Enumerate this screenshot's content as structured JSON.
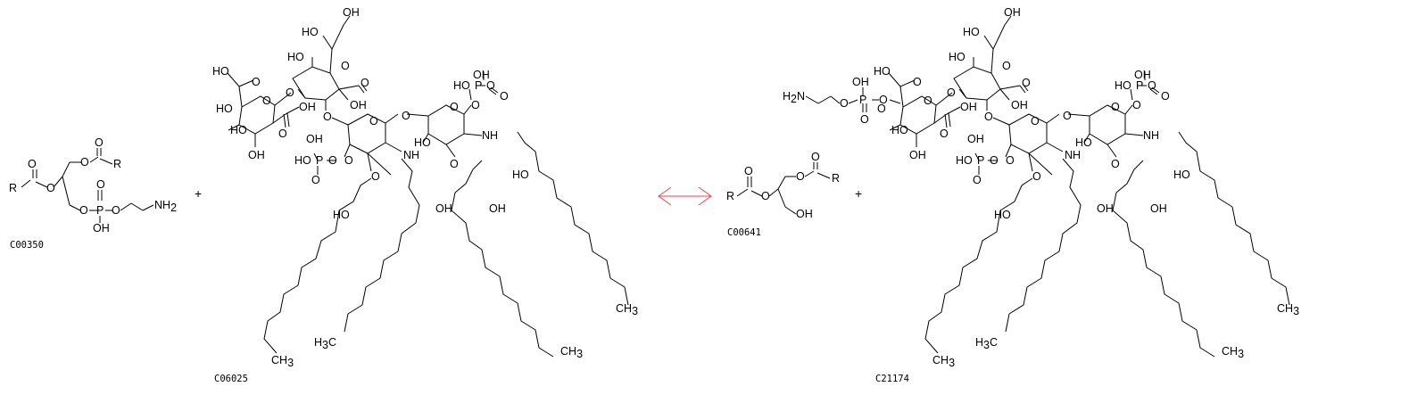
{
  "reaction": {
    "arrow_color": "#e8474d",
    "compounds": [
      {
        "id": "C00350"
      },
      {
        "id": "C06025"
      },
      {
        "id": "C00641"
      },
      {
        "id": "C21174"
      }
    ],
    "operators": {
      "plus": "+"
    }
  },
  "atoms": {
    "R": "R",
    "O": "O",
    "P": "P",
    "OH": "OH",
    "HO": "HO",
    "NH": "NH",
    "NH2": "NH",
    "H2N": "H",
    "N_of_H2N": "N",
    "CH3": "CH",
    "H3C": "H",
    "C_of_H3C": "C",
    "sub2": "2",
    "sub3": "3"
  }
}
